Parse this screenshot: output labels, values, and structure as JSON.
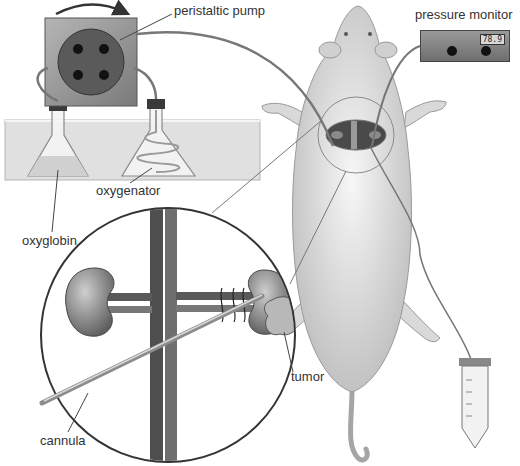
{
  "diagram": {
    "nodes": [
      {
        "text": [
          "pressure monitor",
          "78.9"
        ]
      }
    ],
    "labels": [
      "peristaltic pump",
      "oxygenator",
      "oxyglobin",
      "cannula",
      "tumor"
    ]
  }
}
